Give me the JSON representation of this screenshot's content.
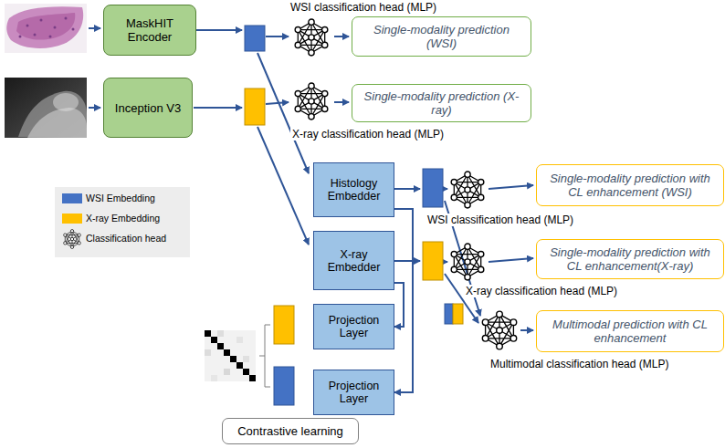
{
  "diagram": {
    "nodes": [
      {
        "text": [
          "MaskHIT Encoder"
        ]
      },
      {
        "text": [
          "Single-modality prediction (WSI)"
        ]
      },
      {
        "text": [
          "Inception V3"
        ]
      },
      {
        "text": [
          "Single-modality prediction (X-ray)"
        ]
      },
      {
        "text": [
          "Histology Embedder"
        ]
      },
      {
        "text": [
          "Single-modality prediction with CL enhancement (WSI)"
        ]
      },
      {
        "text": [
          "X-ray Embedder"
        ]
      },
      {
        "text": [
          "Single-modality prediction with CL enhancement(X-ray)"
        ]
      },
      {
        "text": [
          "Projection Layer"
        ]
      },
      {
        "text": [
          "Multimodal prediction with CL enhancement"
        ]
      },
      {
        "text": [
          "Projection Layer"
        ]
      },
      {
        "text": [
          "Contrastive learning"
        ]
      }
    ],
    "edges": [
      {
        "from": 4,
        "to": 10,
        "arrow": "to"
      },
      {
        "from": 6,
        "to": 8,
        "arrow": "to"
      }
    ],
    "labels": [
      "WSI classification head (MLP)",
      "X-ray classification head (MLP)",
      "WSI classification head (MLP)",
      "X-ray classification head (MLP)",
      "Multimodal classification head (MLP)"
    ],
    "legend": [
      {
        "text": "WSI Embedding",
        "color": "#4472c4"
      },
      {
        "text": "X-ray Embedding",
        "color": "#ffc000"
      },
      {
        "text": "Classification head"
      }
    ]
  }
}
